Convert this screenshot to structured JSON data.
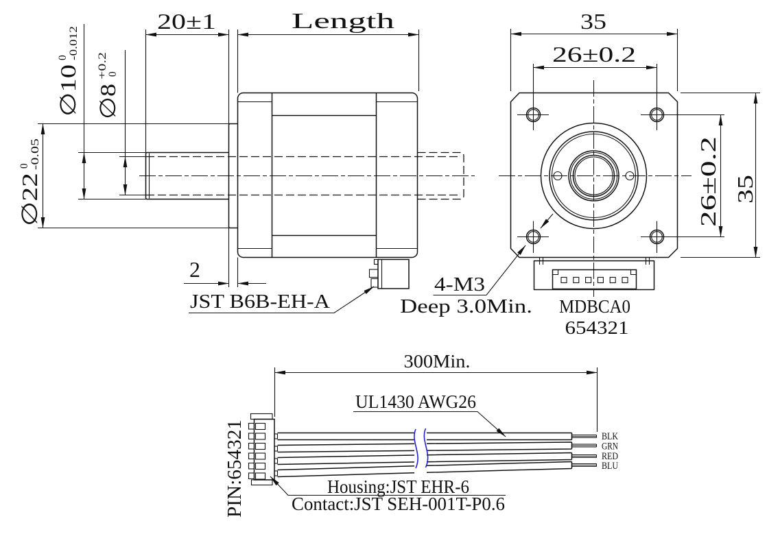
{
  "side_view": {
    "shaft_length_dim": "20±1",
    "body_length_dim": "Length",
    "boss_depth_dim": "2",
    "shaft_od": {
      "text": "∅10",
      "tol_top": "0",
      "tol_bot": "-0.012"
    },
    "shaft_bore": {
      "text": "∅8",
      "tol_top": "+0.2",
      "tol_bot": "0"
    },
    "boss_od": {
      "text": "∅22",
      "tol_top": "0",
      "tol_bot": "-0.05"
    },
    "connector_label": "JST B6B-EH-A"
  },
  "front_view": {
    "width_dim": "35",
    "height_dim": "35",
    "hole_spacing_h": "26±0.2",
    "hole_spacing_v": "26±0.2",
    "mounting_note_line1": "4-M3",
    "mounting_note_line2": "Deep 3.0Min.",
    "connector_marking": "MDBCA0",
    "pin_numbers": "654321"
  },
  "cable": {
    "length_dim": "300Min.",
    "wire_spec": "UL1430 AWG26",
    "pin_label": "PIN:654321",
    "housing_note": "Housing:JST EHR-6",
    "contact_note": "Contact:JST SEH-001T-P0.6",
    "wire_labels": [
      "BLK",
      "GRN",
      "RED",
      "BLU"
    ],
    "break_mark_color": "#2020cc"
  }
}
